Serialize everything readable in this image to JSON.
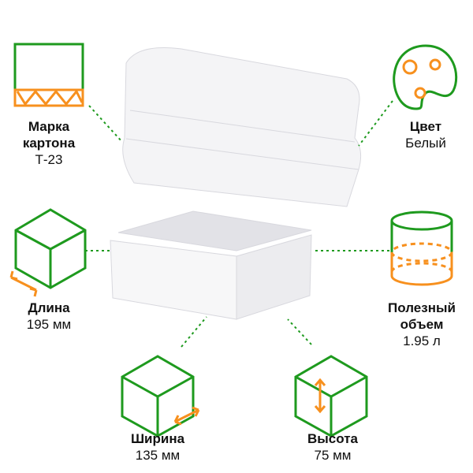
{
  "colors": {
    "green": "#1e9a1e",
    "orange": "#f7901e",
    "box": "#ececef"
  },
  "features": [
    {
      "icon": "corrugation-icon",
      "title": [
        "Марка",
        "картона"
      ],
      "value": "Т-23"
    },
    {
      "icon": "palette-icon",
      "title": [
        "Цвет"
      ],
      "value": "Белый"
    },
    {
      "icon": "cube-length-icon",
      "title": [
        "Длина"
      ],
      "value": "195 мм"
    },
    {
      "icon": "cylinder-volume-icon",
      "title": [
        "Полезный",
        "объем"
      ],
      "value": "1.95 л"
    },
    {
      "icon": "cube-width-icon",
      "title": [
        "Ширина"
      ],
      "value": "135 мм"
    },
    {
      "icon": "cube-height-icon",
      "title": [
        "Высота"
      ],
      "value": "75 мм"
    }
  ]
}
